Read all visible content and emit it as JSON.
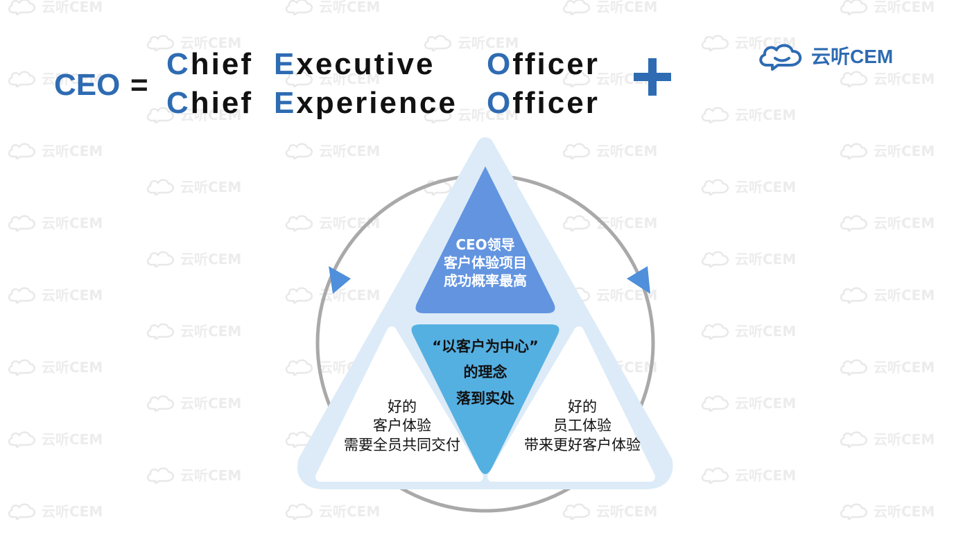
{
  "watermark": {
    "text": "云听CEM"
  },
  "brand": {
    "text": "云听CEM",
    "icon": "cloud-icon"
  },
  "formula": {
    "left": "CEO",
    "equals": "=",
    "line1": [
      {
        "cap": "C",
        "rest": "hief"
      },
      {
        "cap": "E",
        "rest": "xecutive"
      },
      {
        "cap": "O",
        "rest": "fficer"
      }
    ],
    "line2": [
      {
        "cap": "C",
        "rest": "hief"
      },
      {
        "cap": "E",
        "rest": "xperience"
      },
      {
        "cap": "O",
        "rest": "fficer"
      }
    ],
    "operator_icon": "plus-icon"
  },
  "diagram": {
    "top": [
      "CEO领导",
      "客户体验项目",
      "成功概率最高"
    ],
    "center": [
      "“以客户为中心”",
      "的理念",
      "落到实处"
    ],
    "left": [
      "好的",
      "客户体验",
      "需要全员共同交付"
    ],
    "right": [
      "好的",
      "员工体验",
      "带来更好客户体验"
    ]
  },
  "colors": {
    "accent": "#2e6bb2",
    "triangle_outer": "#dcebf7",
    "triangle_top": "#6294e0",
    "triangle_center": "#55b0e2",
    "circle": "#a9a9a9",
    "arrow": "#4f8fdb"
  }
}
